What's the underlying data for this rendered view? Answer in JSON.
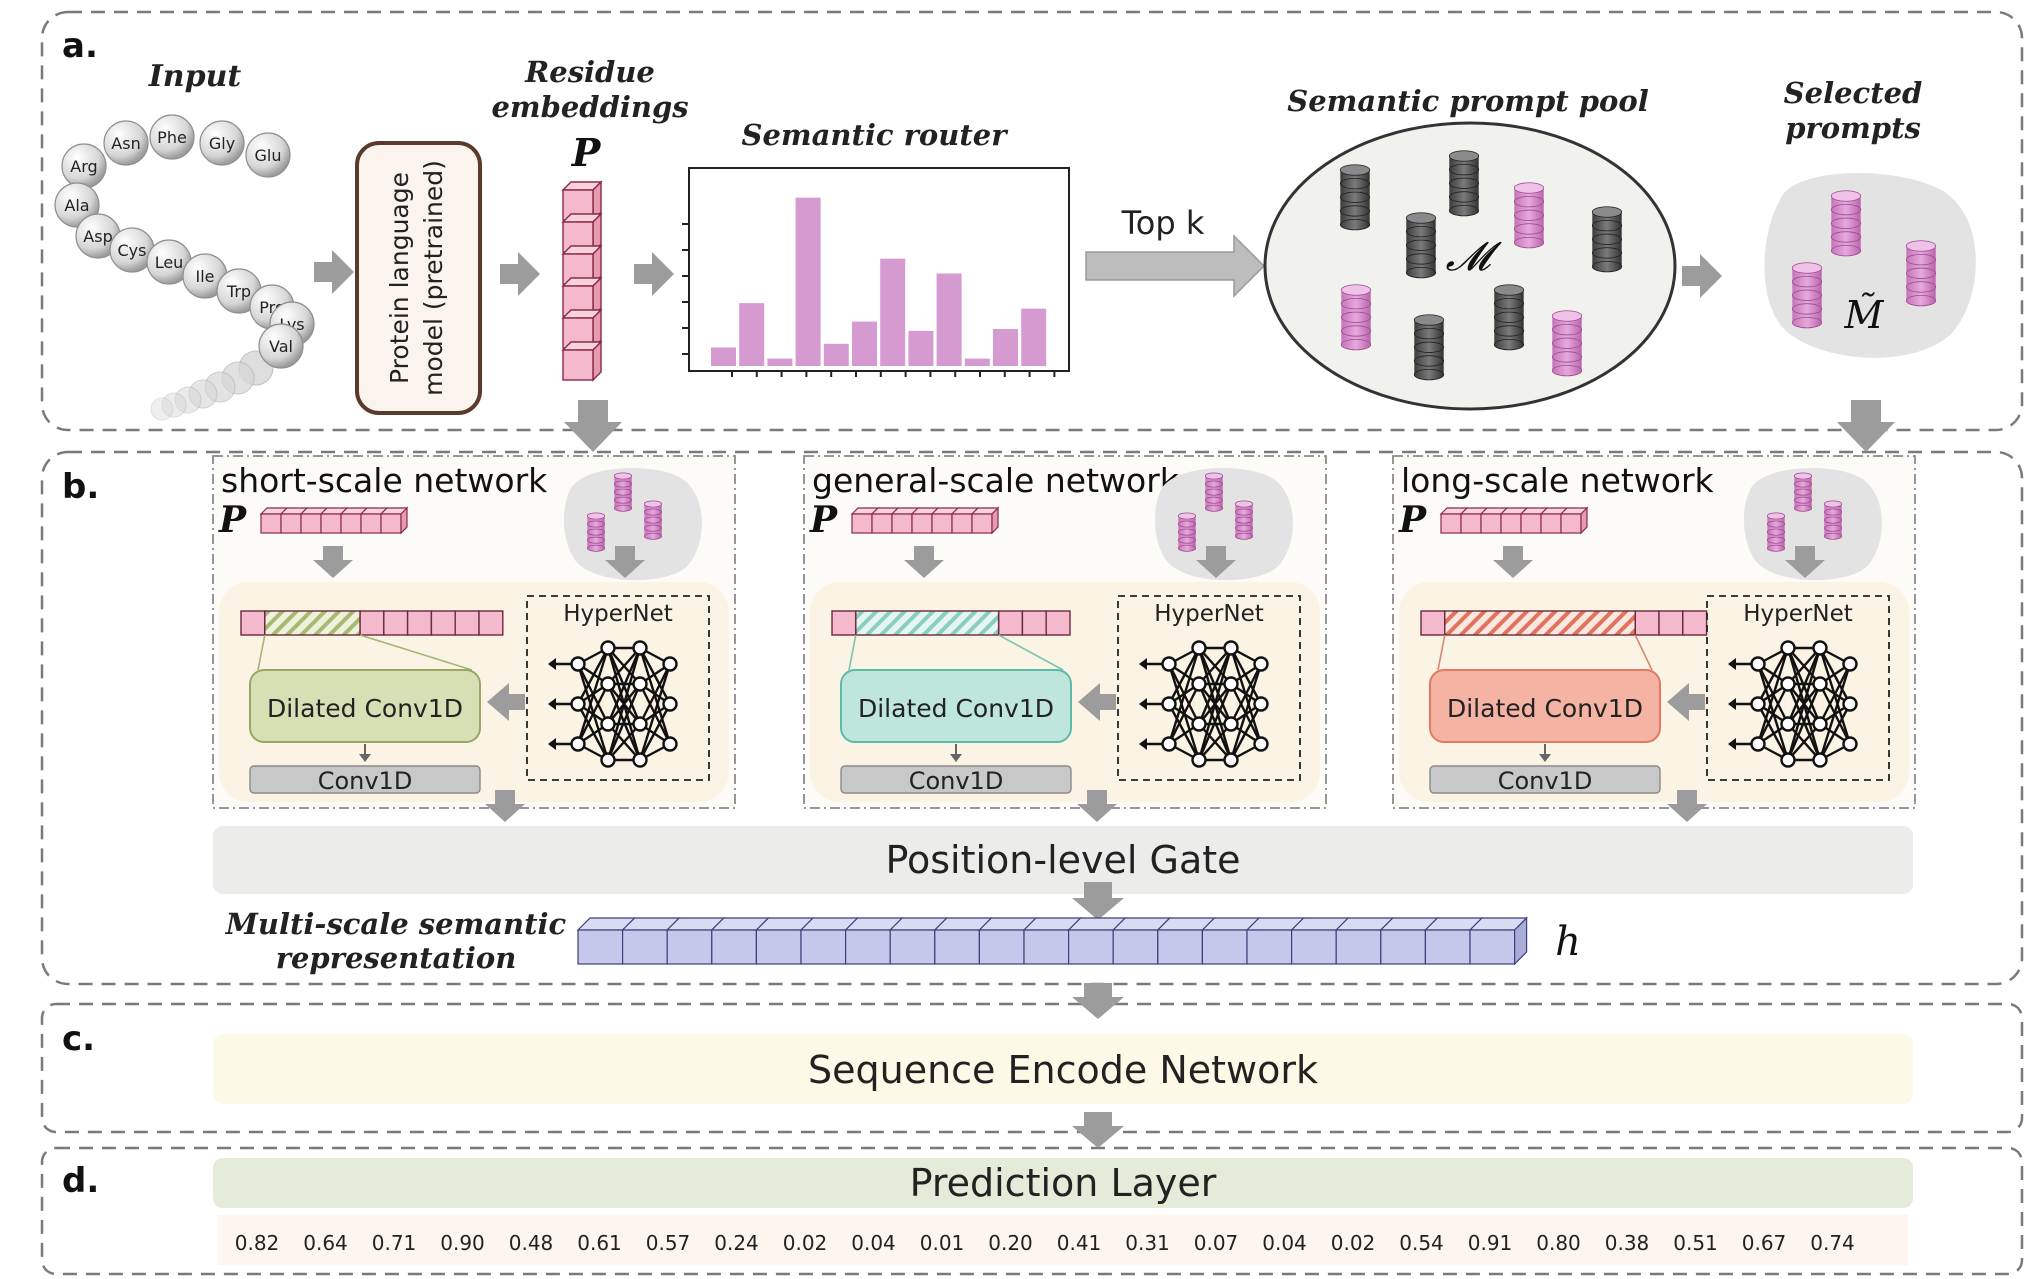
{
  "sections": {
    "a": "a.",
    "b": "b.",
    "c": "c.",
    "d": "d."
  },
  "input": {
    "title": "Input",
    "residues": [
      "Arg",
      "Asn",
      "Phe",
      "Gly",
      "Glu",
      "Ala",
      "Asp",
      "Cys",
      "Leu",
      "Ile",
      "Trp",
      "Pro",
      "Lys",
      "Val"
    ]
  },
  "plm": {
    "line1": "Protein language",
    "line2": "model (pretrained)"
  },
  "embeddings": {
    "line1": "Residue",
    "line2": "embeddings",
    "symbol": "P"
  },
  "router": {
    "title": "Semantic router",
    "bar_levels": [
      0.1,
      0.34,
      0.04,
      0.91,
      0.12,
      0.24,
      0.58,
      0.19,
      0.5,
      0.04,
      0.2,
      0.31
    ]
  },
  "topk": "Top k",
  "pool": {
    "title": "Semantic prompt pool",
    "symbol": "𝓜"
  },
  "selected": {
    "line1": "Selected",
    "line2": "prompts",
    "symbol": "M̃"
  },
  "colors": {
    "residue_pink": "#f4b9cc",
    "router_bar": "#d59ad0",
    "short_fill": "#d7dfb5",
    "general_fill": "#bfe6dc",
    "long_fill": "#f4b3a3",
    "multiscale_blue": "#c5c8ea",
    "gate_gray": "#eeeeee",
    "encode_yellow": "#fcf9e6",
    "predict_green": "#e4ecd9"
  },
  "networks": [
    {
      "title": "short-scale network",
      "symbol": "P",
      "hypernet": "HyperNet",
      "dilated": "Dilated Conv1D",
      "conv": "Conv1D",
      "hatch": 4,
      "tail": 7
    },
    {
      "title": "general-scale network",
      "symbol": "P",
      "hypernet": "HyperNet",
      "dilated": "Dilated Conv1D",
      "conv": "Conv1D",
      "hatch": 6,
      "tail": 4
    },
    {
      "title": "long-scale network",
      "symbol": "P",
      "hypernet": "HyperNet",
      "dilated": "Dilated Conv1D",
      "conv": "Conv1D",
      "hatch": 8,
      "tail": 4
    }
  ],
  "gate": "Position-level Gate",
  "multiscale": {
    "line1": "Multi-scale semantic",
    "line2": "representation",
    "symbol": "h",
    "cells": 21
  },
  "encode": "Sequence Encode Network",
  "prediction": {
    "title": "Prediction Layer",
    "values": [
      "0.82",
      "0.64",
      "0.71",
      "0.90",
      "0.48",
      "0.61",
      "0.57",
      "0.24",
      "0.02",
      "0.04",
      "0.01",
      "0.20",
      "0.41",
      "0.31",
      "0.07",
      "0.04",
      "0.02",
      "0.54",
      "0.91",
      "0.80",
      "0.38",
      "0.51",
      "0.67",
      "0.74"
    ]
  }
}
